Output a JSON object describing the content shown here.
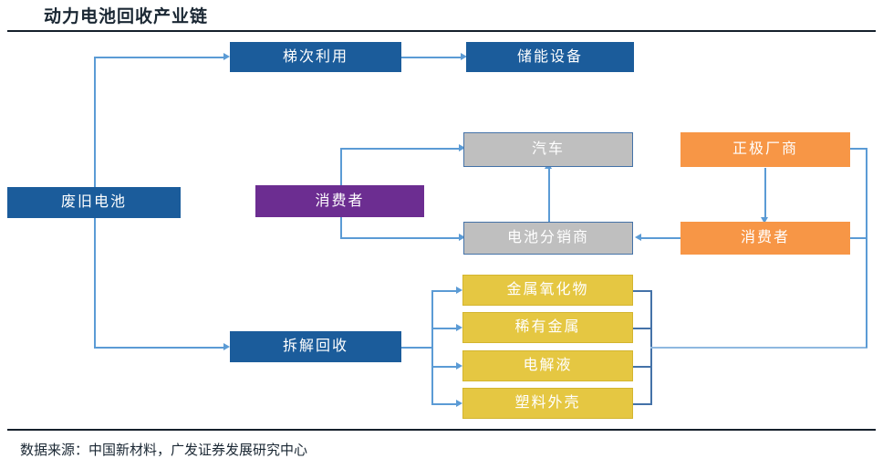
{
  "title": "动力电池回收产业链",
  "source": "数据来源：中国新材料，广发证券发展研究中心",
  "colors": {
    "blue": "#1B5C9B",
    "purple": "#6C2D91",
    "gray": "#BFBFBF",
    "orange": "#F79646",
    "yellow": "#E5C742",
    "connector": "#5B9BD5",
    "rule": "#15202B"
  },
  "nodes": [
    {
      "id": "waste-battery",
      "label": "废旧电池",
      "color": "blue"
    },
    {
      "id": "cascade-use",
      "label": "梯次利用",
      "color": "blue"
    },
    {
      "id": "storage-device",
      "label": "储能设备",
      "color": "blue"
    },
    {
      "id": "dismantle",
      "label": "拆解回收",
      "color": "blue"
    },
    {
      "id": "consumer-left",
      "label": "消费者",
      "color": "purple"
    },
    {
      "id": "automobile",
      "label": "汽车",
      "color": "gray"
    },
    {
      "id": "battery-dealer",
      "label": "电池分销商",
      "color": "gray"
    },
    {
      "id": "cathode-maker",
      "label": "正极厂商",
      "color": "orange"
    },
    {
      "id": "consumer-right",
      "label": "消费者",
      "color": "orange"
    },
    {
      "id": "metal-oxide",
      "label": "金属氧化物",
      "color": "yellow"
    },
    {
      "id": "rare-metal",
      "label": "稀有金属",
      "color": "yellow"
    },
    {
      "id": "electrolyte",
      "label": "电解液",
      "color": "yellow"
    },
    {
      "id": "plastic-shell",
      "label": "塑料外壳",
      "color": "yellow"
    }
  ]
}
